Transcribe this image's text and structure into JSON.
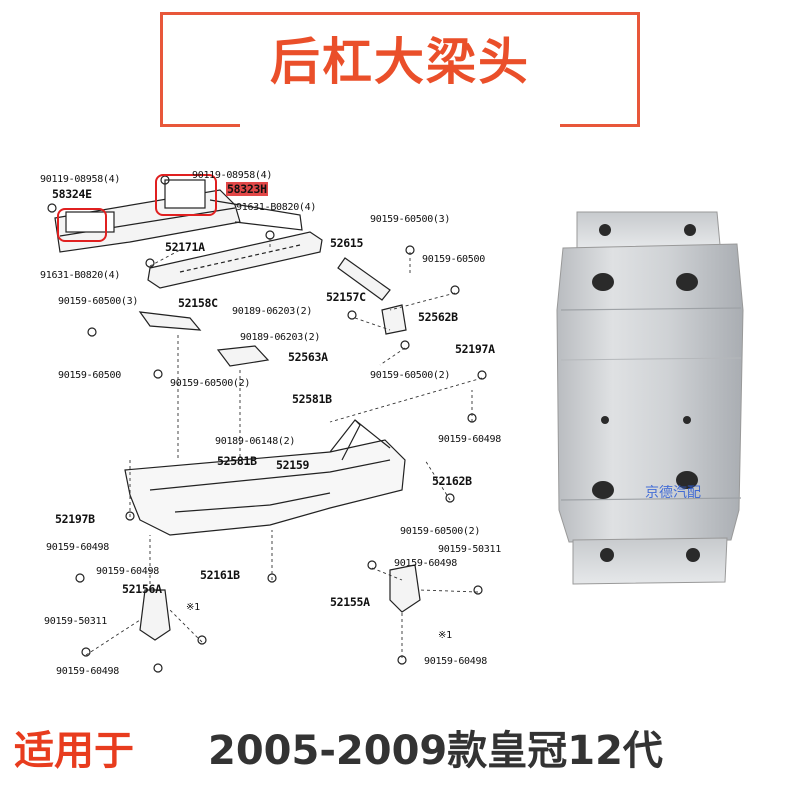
{
  "title": "后杠大梁头",
  "caption": {
    "prefix": "适用于",
    "model": "2005-2009款皇冠12代"
  },
  "watermark": "京德汽配",
  "diagram": {
    "labels": [
      "90119-08958(4)",
      "58324E",
      "90119-08958(4)",
      "58323H",
      "91631-B0820(4)",
      "52171A",
      "52615",
      "90159-60500(3)",
      "91631-B0820(4)",
      "90159-60500",
      "90159-60500(3)",
      "52158C",
      "52157C",
      "90189-06203(2)",
      "52562B",
      "90189-06203(2)",
      "52563A",
      "52197A",
      "90159-60500",
      "90159-60500(2)",
      "90159-60500(2)",
      "52581B",
      "90159-60498",
      "90189-06148(2)",
      "52581B",
      "52159",
      "52162B",
      "52197B",
      "90159-60500(2)",
      "90159-60498",
      "90159-50311",
      "90159-60498",
      "90159-60498",
      "52161B",
      "52156A",
      "52155A",
      "※1",
      "90159-50311",
      "※1",
      "90159-60498",
      "90159-60498"
    ]
  },
  "colors": {
    "title_red": "#ea4f2a",
    "frame_red": "#e8573a",
    "highlight_red": "#e02020",
    "caption_red": "#e83c1e",
    "caption_dark": "#333333",
    "watermark_blue": "#2a5bd6"
  }
}
